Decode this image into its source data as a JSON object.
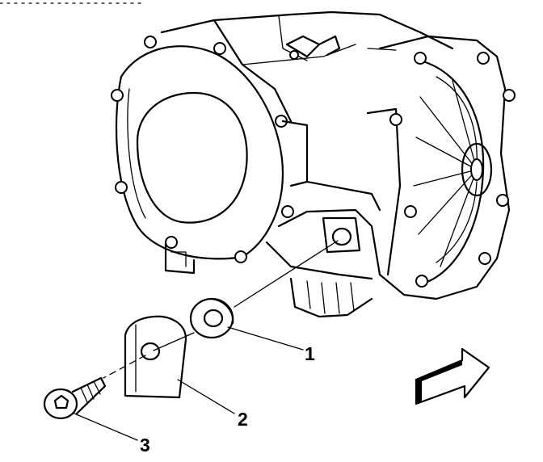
{
  "diagram": {
    "callouts": [
      {
        "label": "1",
        "part": "washer"
      },
      {
        "label": "2",
        "part": "bracket"
      },
      {
        "label": "3",
        "part": "bolt"
      }
    ],
    "icons": [
      "differential-housing-icon",
      "washer-icon",
      "bracket-icon",
      "bolt-icon",
      "front-direction-arrow-icon"
    ]
  }
}
